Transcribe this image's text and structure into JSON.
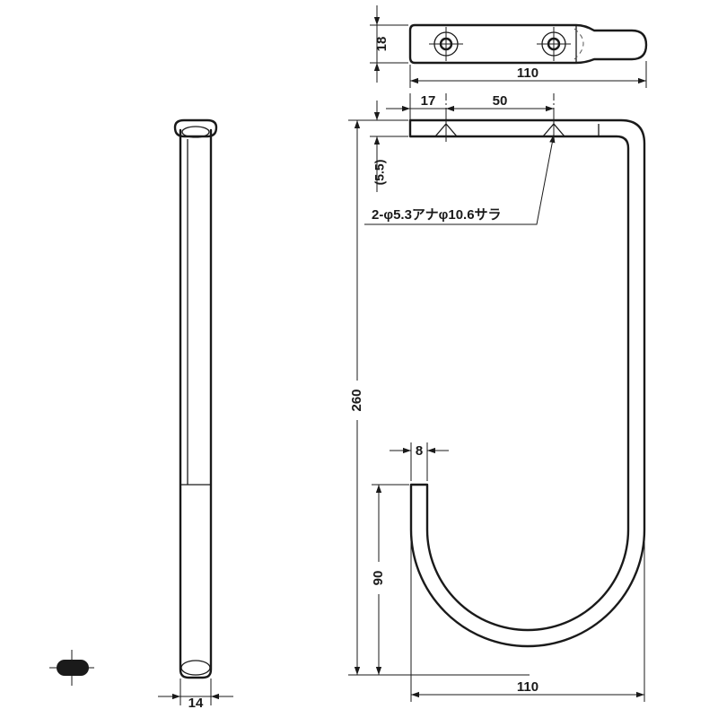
{
  "dimensions": {
    "plate_height": "18",
    "top_width": "110",
    "hole_offset": "17",
    "hole_pitch": "50",
    "plate_thickness": "(5.5)",
    "hole_note": "2-φ5.3アナφ10.6サラ",
    "total_height": "260",
    "rod_diameter": "8",
    "hook_depth": "90",
    "bottom_width": "110",
    "side_width": "14"
  }
}
